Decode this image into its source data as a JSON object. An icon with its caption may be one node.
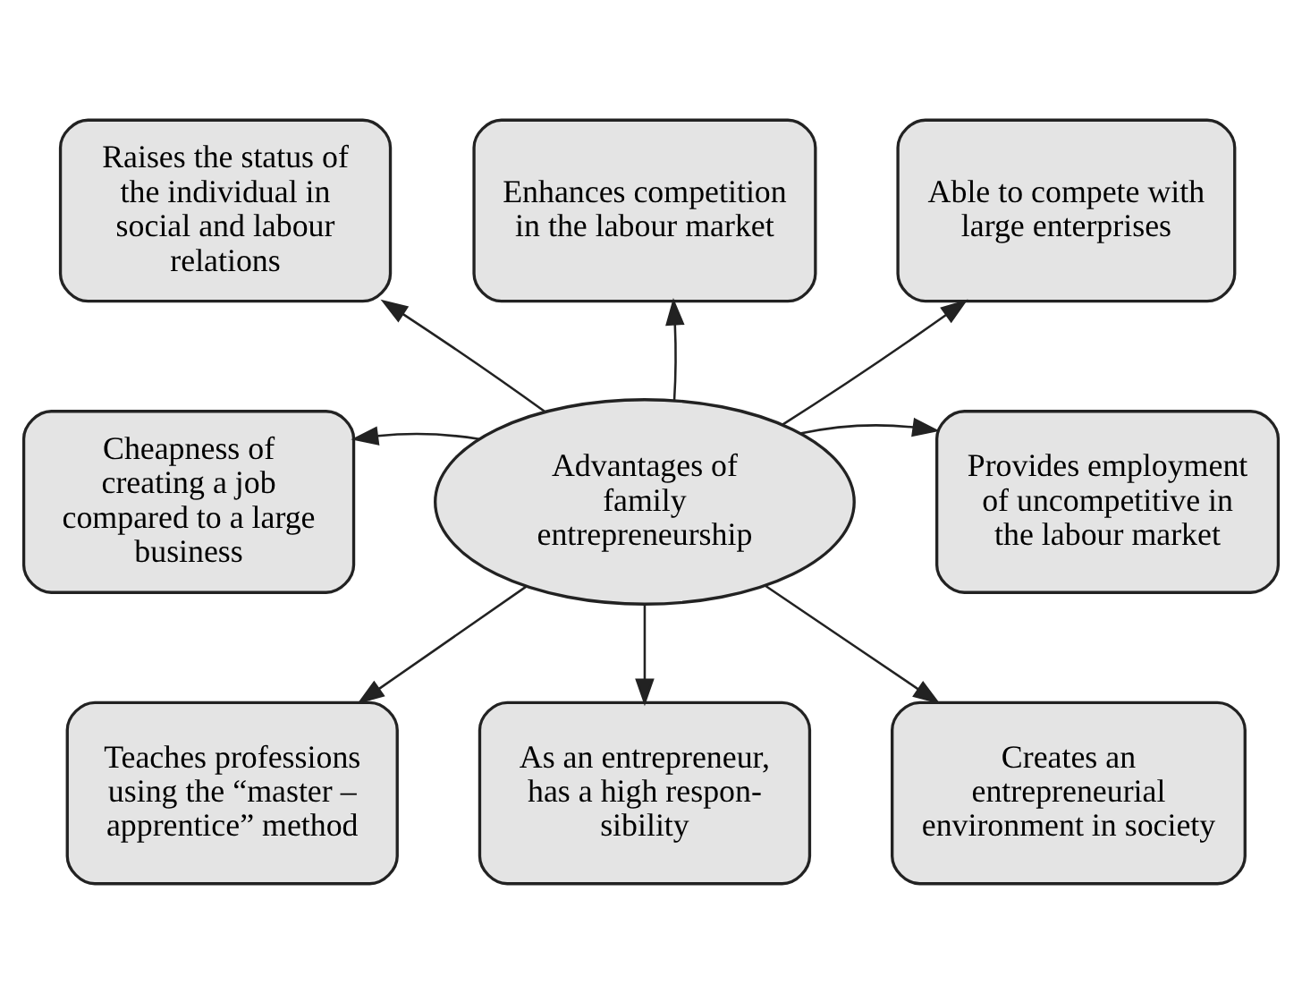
{
  "diagram": {
    "nodes": [
      {
        "text": [
          "Raises the status of the individual in social and labour relations"
        ]
      },
      {
        "text": [
          "Enhances competition in the labour market"
        ]
      },
      {
        "text": [
          "Able to compete with large enterprises"
        ]
      },
      {
        "text": [
          "Cheapness of creating a job compared to a large business"
        ]
      },
      {
        "text": [
          "Advantages of family entrepreneurship"
        ]
      },
      {
        "text": [
          "Provides employment of uncompetitive in the labour market"
        ]
      },
      {
        "text": [
          "Teaches professions using the “master – apprentice” method"
        ]
      },
      {
        "text": [
          "As an entrepreneur, has a high respon- sibility"
        ]
      },
      {
        "text": [
          "Creates an entrepreneurial environment in society"
        ]
      }
    ],
    "edges": [
      {
        "from": 4,
        "to": 0,
        "arrow": "to"
      },
      {
        "from": 4,
        "to": 1,
        "arrow": "to"
      },
      {
        "from": 4,
        "to": 2,
        "arrow": "to"
      },
      {
        "from": 4,
        "to": 3,
        "arrow": "to"
      },
      {
        "from": 4,
        "to": 5,
        "arrow": "to"
      },
      {
        "from": 4,
        "to": 6,
        "arrow": "to"
      },
      {
        "from": 4,
        "to": 7,
        "arrow": "to"
      },
      {
        "from": 4,
        "to": 8,
        "arrow": "to"
      }
    ]
  }
}
